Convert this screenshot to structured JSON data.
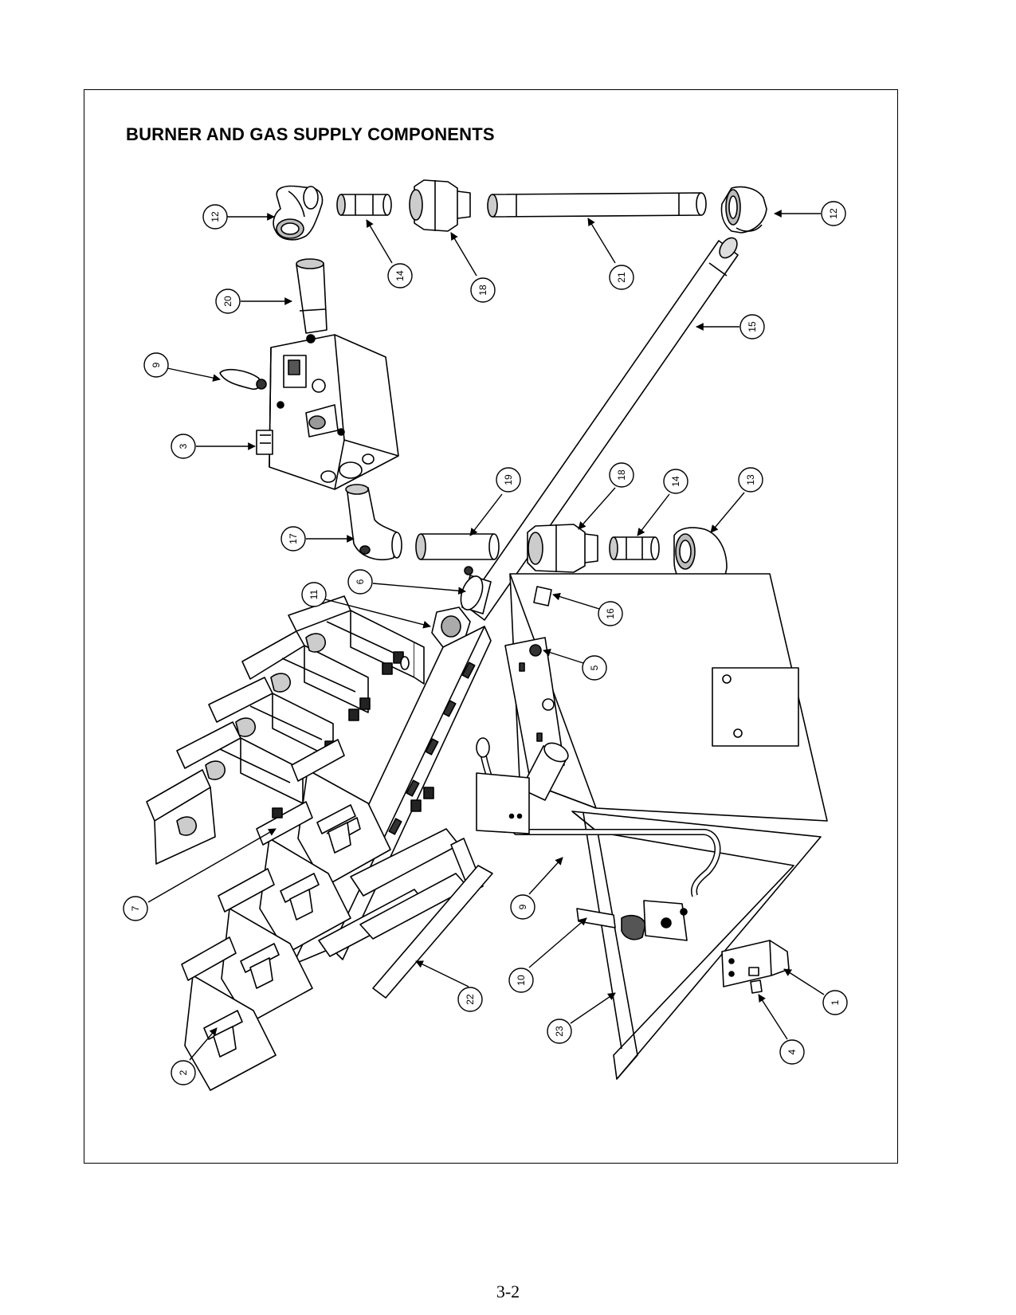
{
  "diagram": {
    "title": "BURNER AND GAS SUPPLY COMPONENTS",
    "callouts": [
      {
        "id": "c12a",
        "label": "12",
        "part": "elbow"
      },
      {
        "id": "c14a",
        "label": "14",
        "part": "nipple"
      },
      {
        "id": "c18a",
        "label": "18",
        "part": "union"
      },
      {
        "id": "c21",
        "label": "21",
        "part": "pipe"
      },
      {
        "id": "c12b",
        "label": "12",
        "part": "elbow"
      },
      {
        "id": "c20",
        "label": "20",
        "part": "nipple"
      },
      {
        "id": "c15",
        "label": "15",
        "part": "manifold-pipe"
      },
      {
        "id": "c9a",
        "label": "9",
        "part": "tubing"
      },
      {
        "id": "c3",
        "label": "3",
        "part": "gas-valve"
      },
      {
        "id": "c19",
        "label": "19",
        "part": "nipple"
      },
      {
        "id": "c18b",
        "label": "18",
        "part": "union"
      },
      {
        "id": "c14b",
        "label": "14",
        "part": "nipple"
      },
      {
        "id": "c13",
        "label": "13",
        "part": "elbow"
      },
      {
        "id": "c17",
        "label": "17",
        "part": "elbow"
      },
      {
        "id": "c6",
        "label": "6",
        "part": "fitting"
      },
      {
        "id": "c11",
        "label": "11",
        "part": "bushing"
      },
      {
        "id": "c16",
        "label": "16",
        "part": "pipe-plug"
      },
      {
        "id": "c5",
        "label": "5",
        "part": "orifice"
      },
      {
        "id": "c7",
        "label": "7",
        "part": "orifice"
      },
      {
        "id": "c9b",
        "label": "9",
        "part": "tubing"
      },
      {
        "id": "c10",
        "label": "10",
        "part": "pilot"
      },
      {
        "id": "c22",
        "label": "22",
        "part": "burner-rail"
      },
      {
        "id": "c1",
        "label": "1",
        "part": "bracket"
      },
      {
        "id": "c4",
        "label": "4",
        "part": "screw"
      },
      {
        "id": "c23",
        "label": "23",
        "part": "heat-shield"
      },
      {
        "id": "c2",
        "label": "2",
        "part": "burner"
      }
    ]
  },
  "page": {
    "number": "3-2"
  }
}
